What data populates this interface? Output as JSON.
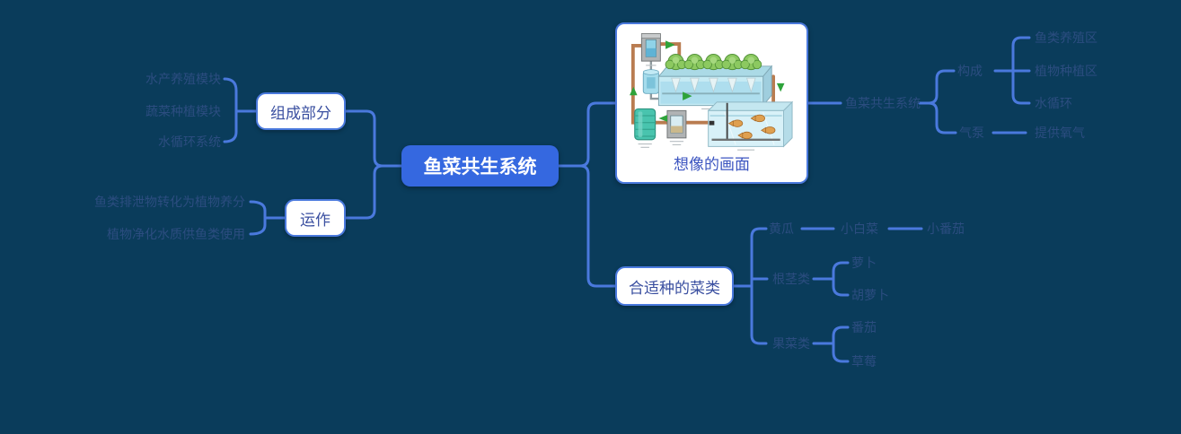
{
  "colors": {
    "background": "#0a3c5b",
    "connector": "#4a79dd",
    "node_border": "#4a79dd",
    "node_text": "#3a4fa0",
    "leaf_text": "#2c4d80",
    "central_bg": "#3568e0",
    "central_text": "#ffffff",
    "caption_text": "#3c55c0"
  },
  "central": {
    "label": "鱼菜共生系统"
  },
  "left": {
    "composition": {
      "label": "组成部分",
      "children": [
        "水产养殖模块",
        "蔬菜种植模块",
        "水循环系统"
      ]
    },
    "operation": {
      "label": "运作",
      "children": [
        "鱼类排泄物转化为植物养分",
        "植物净化水质供鱼类使用"
      ]
    }
  },
  "right": {
    "picture": {
      "caption": "想像的画面",
      "illustration_parts": [
        "grow-bed-with-lettuce-icon",
        "fish-tank-with-fish-icon",
        "clarifier-box-icon",
        "pump-cylinder-icon",
        "nitrifying-barrel-icon",
        "sediment-box-icon",
        "copper-pipes-icon",
        "green-flow-arrows-icon"
      ]
    },
    "system": {
      "label": "鱼菜共生系统",
      "structure": {
        "label": "构成",
        "children": [
          "鱼类养殖区",
          "植物种植区",
          "水循环"
        ]
      },
      "air_pump": {
        "label": "气泵",
        "children": [
          "提供氧气"
        ]
      }
    },
    "vegetables": {
      "label": "合适种的菜类",
      "chain": [
        "黄瓜",
        "小白菜",
        "小番茄"
      ],
      "root_type": {
        "label": "根茎类",
        "children": [
          "萝卜",
          "胡萝卜"
        ]
      },
      "fruit_type": {
        "label": "果菜类",
        "children": [
          "番茄",
          "草莓"
        ]
      }
    }
  }
}
